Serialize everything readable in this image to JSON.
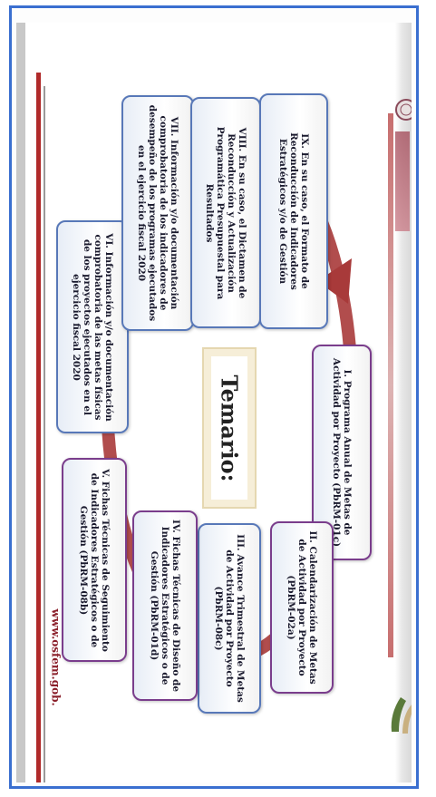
{
  "title": "Temario:",
  "url": "www.osfem.gob.",
  "colors": {
    "frame": "#3a6fd0",
    "arrow": "#a83a3a",
    "box_border_purple": "#7a3d8c",
    "box_border_blue": "#5878b8",
    "url_text": "#8a1f2a"
  },
  "items": [
    {
      "label": "I. Programa Anual de Metas de Actividad por Proyecto (PbRM-01c)"
    },
    {
      "label": "II. Calendarización de Metas de Actividad por Proyecto (PbRM-02a)"
    },
    {
      "label": "III. Avance Trimestral de Metas de Actividad por Proyecto (PbRM-08c)"
    },
    {
      "label": "IV. Fichas Técnicas de Diseño de Indicadores Estratégicos o de Gestión (PbRM-01d)"
    },
    {
      "label": "V. Fichas Técnicas de Seguimiento de Indicadores Estratégicos o de Gestión (PbRM-08b)"
    },
    {
      "label": "VI. Información y/o documentación comprobatoria de las metas físicas de los proyectos ejecutados en el ejercicio fiscal 2020"
    },
    {
      "label": "VII. Información y/o documentación comprobatoria de los indicadores de desempeño de los programas ejecutados en el ejercicio fiscal 2020"
    },
    {
      "label": "VIII. En su caso, el Dictamen de Reconducción y Actualización Programática Presupuestal para Resultados"
    },
    {
      "label": "IX. En su caso, el Formato de Reconducción de Indicadores Estratégicos y/o de Gestión"
    }
  ]
}
